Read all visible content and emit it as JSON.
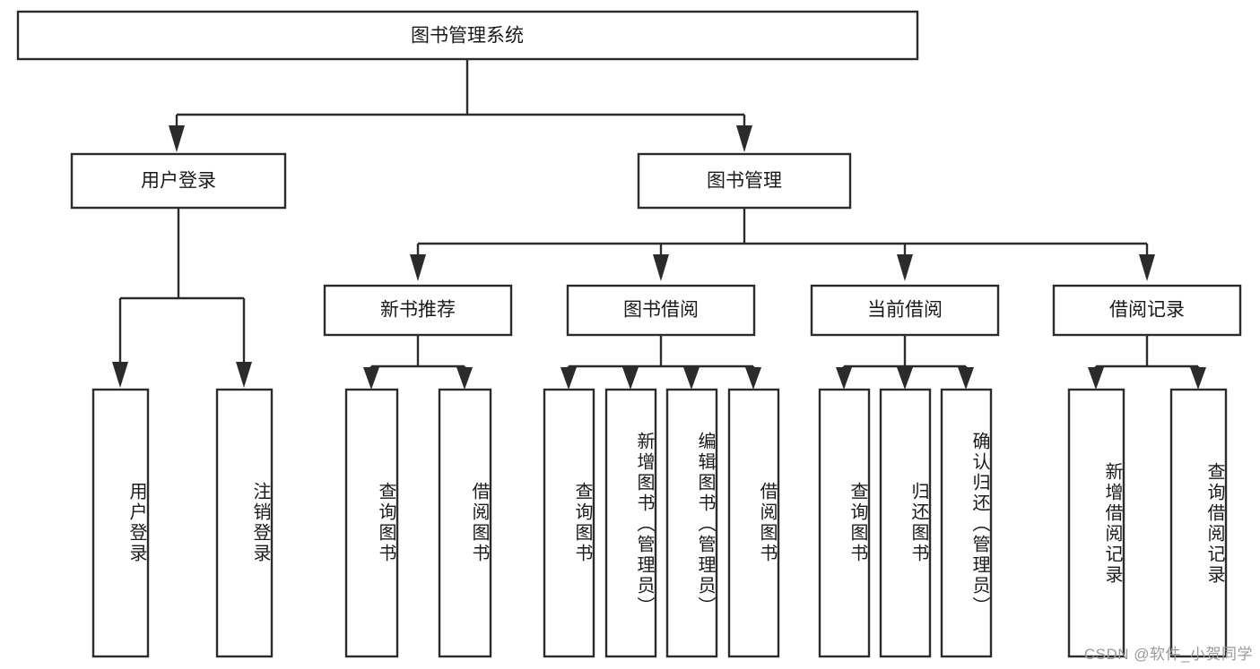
{
  "diagram": {
    "title": "图书管理系统",
    "type": "tree-hierarchy",
    "watermark": "CSDN @软件_小贺同学",
    "colors": {
      "background": "#ffffff",
      "box_fill": "#ffffff",
      "stroke": "#2b2b2b",
      "text": "#1a1a1a",
      "watermark": "#9a9a9a"
    },
    "root": {
      "label": "图书管理系统"
    },
    "level2": [
      {
        "label": "用户登录"
      },
      {
        "label": "图书管理"
      }
    ],
    "level3": [
      {
        "label": "新书推荐"
      },
      {
        "label": "图书借阅"
      },
      {
        "label": "当前借阅"
      },
      {
        "label": "借阅记录"
      }
    ],
    "leaves": {
      "user_login": [
        {
          "label": "用户登录"
        },
        {
          "label": "注销登录"
        }
      ],
      "new_book_recommend": [
        {
          "label": "查询图书"
        },
        {
          "label": "借阅图书"
        }
      ],
      "book_borrow": [
        {
          "label": "查询图书"
        },
        {
          "label": "新增图书（管理员）"
        },
        {
          "label": "编辑图书（管理员）"
        },
        {
          "label": "借阅图书"
        }
      ],
      "current_borrow": [
        {
          "label": "查询图书"
        },
        {
          "label": "归还图书"
        },
        {
          "label": "确认归还（管理员）"
        }
      ],
      "borrow_record": [
        {
          "label": "新增借阅记录"
        },
        {
          "label": "查询借阅记录"
        }
      ]
    }
  }
}
